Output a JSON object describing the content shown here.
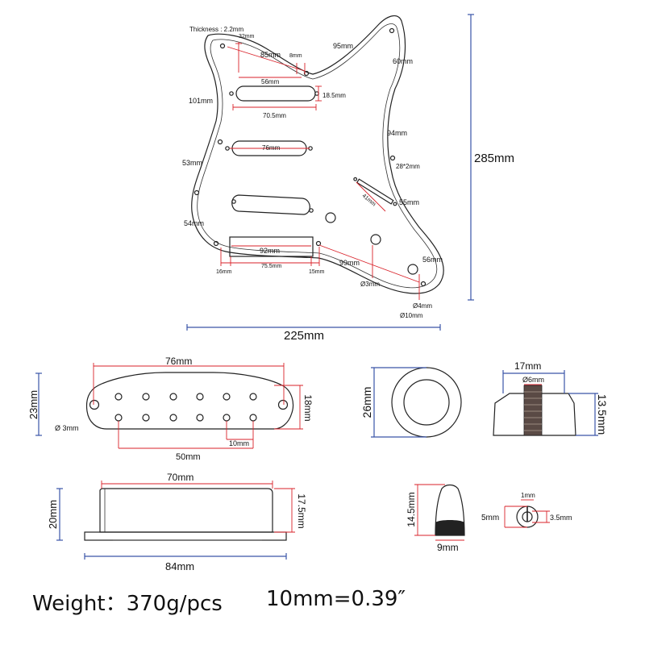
{
  "pickguard": {
    "height": "285mm",
    "width": "225mm",
    "thickness": "Thickness : 2.2mm",
    "d32": "32mm",
    "d85": "85mm",
    "d8": "8mm",
    "d95": "95mm",
    "d60": "60mm",
    "d56": "56mm",
    "d101": "101mm",
    "d18_5": "18.5mm",
    "d70_5": "70.5mm",
    "d94": "94mm",
    "d76": "76mm",
    "d53": "53mm",
    "d28x2": "28*2mm",
    "d41": "41mm",
    "d55": "55mm",
    "d54": "54mm",
    "d92": "92mm",
    "d56b": "56mm",
    "d99": "99mm",
    "d16": "16mm",
    "d75_5": "75.5mm",
    "d15": "15mm",
    "d3": "Ø3mm",
    "d4": "Ø4mm",
    "d10": "Ø10mm"
  },
  "pickup_top": {
    "width": "76mm",
    "height": "23mm",
    "inner": "18mm",
    "hole": "Ø 3mm",
    "pole_span": "50mm",
    "pole_gap": "10mm"
  },
  "pickup_side": {
    "width_top": "70mm",
    "width_base": "84mm",
    "height": "20mm",
    "inner": "17.5mm"
  },
  "knob": {
    "diameter": "26mm",
    "width": "17mm",
    "shaft": "Ø6mm",
    "height": "13.5mm"
  },
  "switch_tip": {
    "height": "14.5mm",
    "width": "9mm",
    "slot": "1mm",
    "outer": "5mm",
    "inner": "3.5mm"
  },
  "footer": {
    "weight": "Weight：370g/pcs",
    "conversion": "10mm=0.39″"
  },
  "colors": {
    "dimension_blue": "#3a55a8",
    "dimension_red": "#d9222a"
  }
}
